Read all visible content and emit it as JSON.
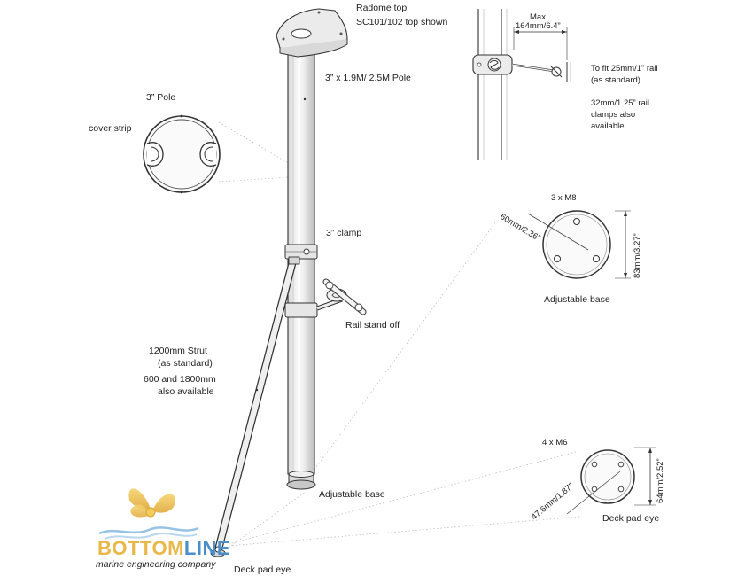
{
  "labels": {
    "radome_top": "Radome top",
    "radome_top_sub": "SC101/102 top shown",
    "pole": "3” x 1.9M/ 2.5M Pole",
    "three_inch_pole": "3” Pole",
    "cover_strip": "cover strip",
    "clamp": "3” clamp",
    "rail_stand_off": "Rail stand off",
    "strut_line1": "1200mm Strut",
    "strut_line2": "(as standard)",
    "strut_line3": "600 and 1800mm",
    "strut_line4": "also available",
    "adjustable_base": "Adjustable base",
    "deck_pad_eye": "Deck pad eye"
  },
  "rail_detail": {
    "max_label": "Max",
    "max_value": "164mm/6.4”",
    "fit_line1": "To fit 25mm/1” rail",
    "fit_line2": "(as standard)",
    "clamp_line1": "32mm/1.25” rail",
    "clamp_line2": "clamps also",
    "clamp_line3": "available"
  },
  "base_detail": {
    "bolts": "3 x M8",
    "diameter": "60mm/2.36”",
    "height": "83mm/3.27”",
    "caption": "Adjustable base"
  },
  "padeye_detail": {
    "bolts": "4 x M6",
    "diameter": "47.6mm/1.87”",
    "height": "64mm/2.52”",
    "caption": "Deck pad eye"
  },
  "logo": {
    "brand_left": "BOTTOM",
    "brand_right": "LINE",
    "tagline": "marine engineering company",
    "colors": {
      "gold": "#e8b84a",
      "blue": "#4a8fc9"
    }
  }
}
